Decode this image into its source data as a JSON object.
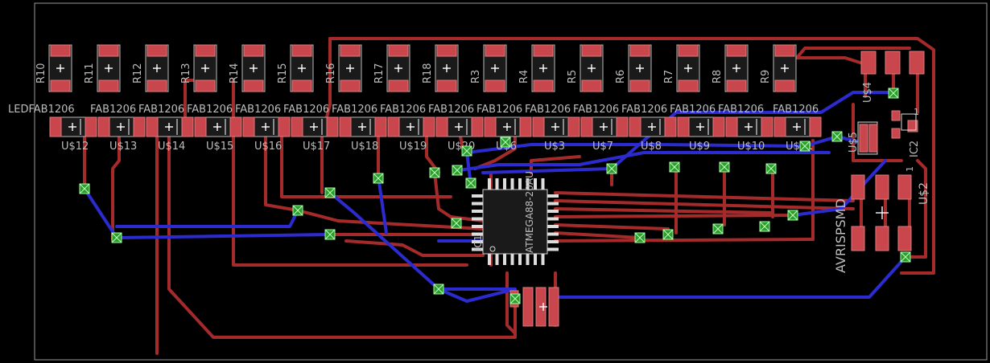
{
  "board": {
    "led_left_label": "LEDFAB1206",
    "resistors_top": [
      {
        "ref": "R10"
      },
      {
        "ref": "R11"
      },
      {
        "ref": "R12"
      },
      {
        "ref": "R13"
      },
      {
        "ref": "R14"
      },
      {
        "ref": "R15"
      },
      {
        "ref": "R16"
      },
      {
        "ref": "R17"
      },
      {
        "ref": "R18"
      },
      {
        "ref": "R3"
      },
      {
        "ref": "R4"
      },
      {
        "ref": "R5"
      },
      {
        "ref": "R6"
      },
      {
        "ref": "R7"
      },
      {
        "ref": "R8"
      },
      {
        "ref": "R9"
      }
    ],
    "leds_bottom": [
      {
        "ref": "U$12"
      },
      {
        "ref": "U$13"
      },
      {
        "ref": "U$14"
      },
      {
        "ref": "U$15"
      },
      {
        "ref": "U$16"
      },
      {
        "ref": "U$17"
      },
      {
        "ref": "U$18"
      },
      {
        "ref": "U$19"
      },
      {
        "ref": "U$20"
      },
      {
        "ref": "U$6"
      },
      {
        "ref": "U$3"
      },
      {
        "ref": "U$7"
      },
      {
        "ref": "U$8"
      },
      {
        "ref": "U$9"
      },
      {
        "ref": "U$10"
      },
      {
        "ref": "U$11"
      }
    ],
    "led_value_label": "FAB1206",
    "mcu_value": "ATMEGA88-20AU",
    "mcu_ref": "IC1",
    "reg_ref": "IC2",
    "u4_ref": "U$4",
    "u5_ref": "U$5",
    "u2_ref": "U$2",
    "isp_label": "AVRISPSMD",
    "pin_1_label": "1",
    "pin_1b_label": "1",
    "colors": {
      "top_copper": "#a52a2a",
      "bottom_copper": "#2b2bd0",
      "via": "#2c9d2c",
      "pad": "#c9474c"
    }
  }
}
